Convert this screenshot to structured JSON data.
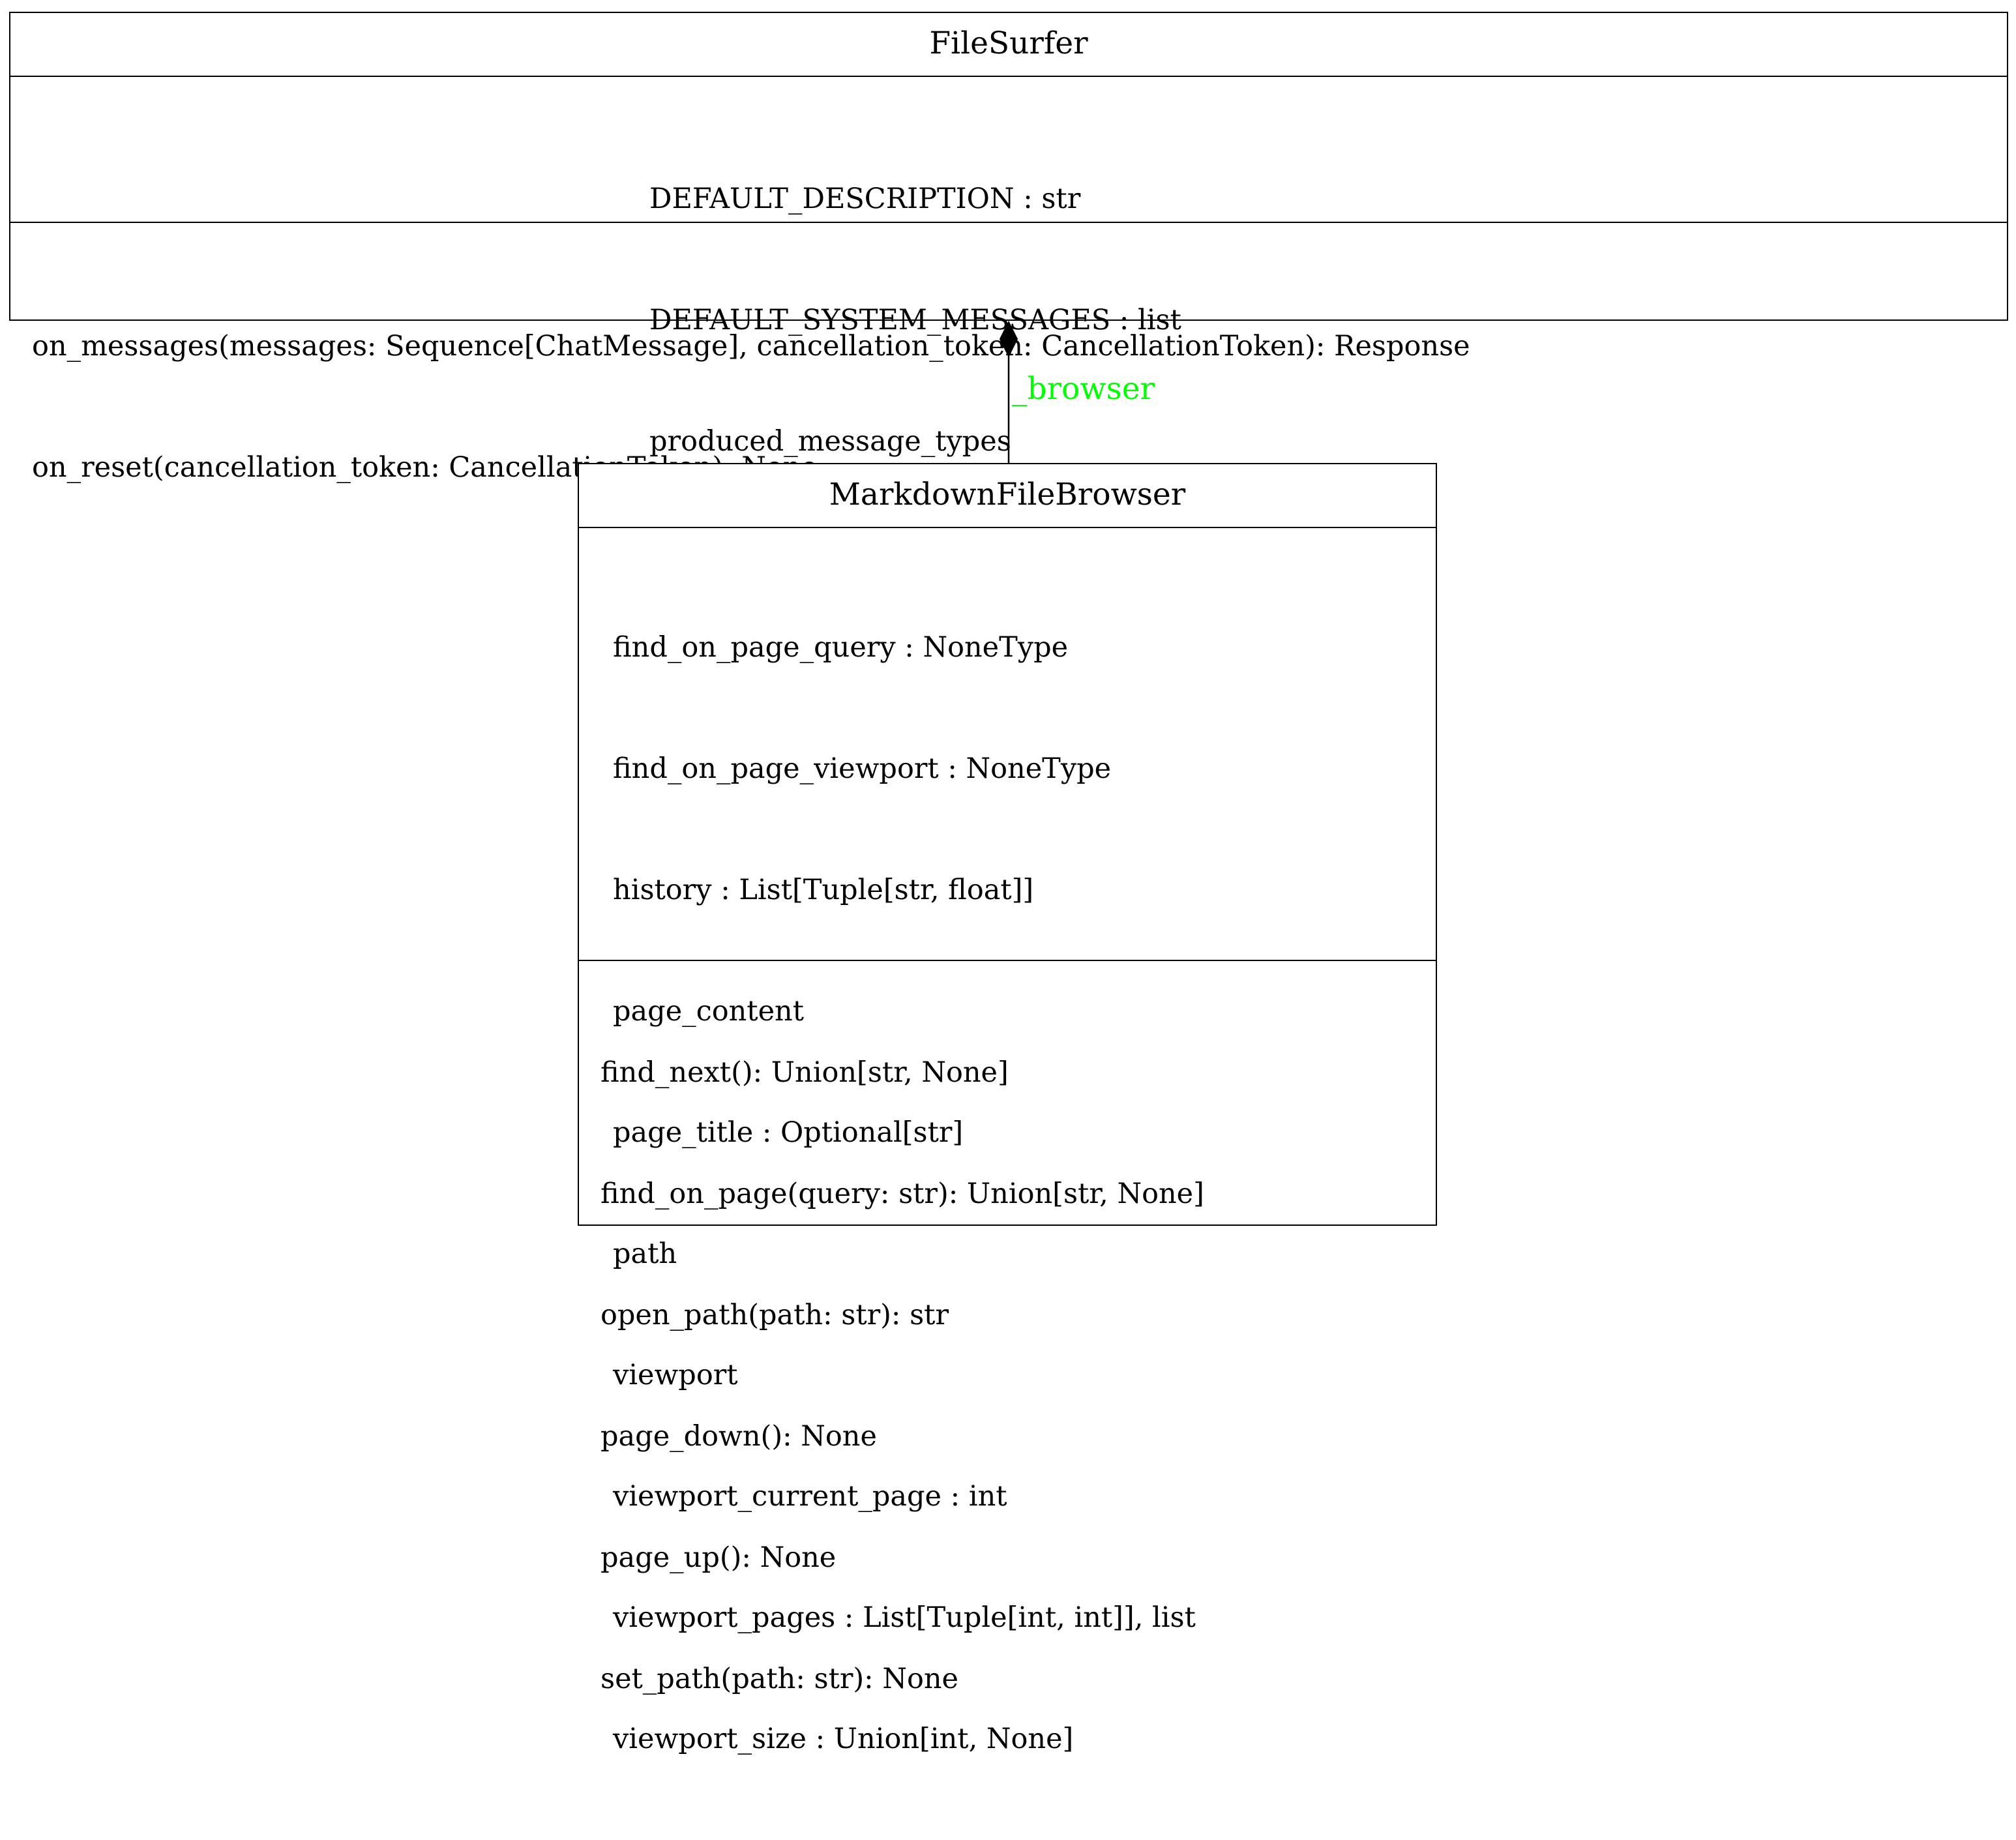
{
  "diagram": {
    "type": "uml-class-diagram",
    "classes": [
      {
        "id": "filesurfer",
        "name": "FileSurfer",
        "attributes": [
          "DEFAULT_DESCRIPTION : str",
          "DEFAULT_SYSTEM_MESSAGES : list",
          "produced_message_types"
        ],
        "methods": [
          "on_messages(messages: Sequence[ChatMessage], cancellation_token: CancellationToken): Response",
          "on_reset(cancellation_token: CancellationToken): None"
        ]
      },
      {
        "id": "markdownfilebrowser",
        "name": "MarkdownFileBrowser",
        "attributes": [
          "find_on_page_query : NoneType",
          "find_on_page_viewport : NoneType",
          "history : List[Tuple[str, float]]",
          "page_content",
          "page_title : Optional[str]",
          "path",
          "viewport",
          "viewport_current_page : int",
          "viewport_pages : List[Tuple[int, int]], list",
          "viewport_size : Union[int, None]"
        ],
        "methods": [
          "find_next(): Union[str, None]",
          "find_on_page(query: str): Union[str, None]",
          "open_path(path: str): str",
          "page_down(): None",
          "page_up(): None",
          "set_path(path: str): None"
        ]
      }
    ],
    "relations": [
      {
        "type": "composition",
        "from": "MarkdownFileBrowser",
        "to": "FileSurfer",
        "label": "_browser",
        "label_color": "#00ff00"
      }
    ]
  }
}
